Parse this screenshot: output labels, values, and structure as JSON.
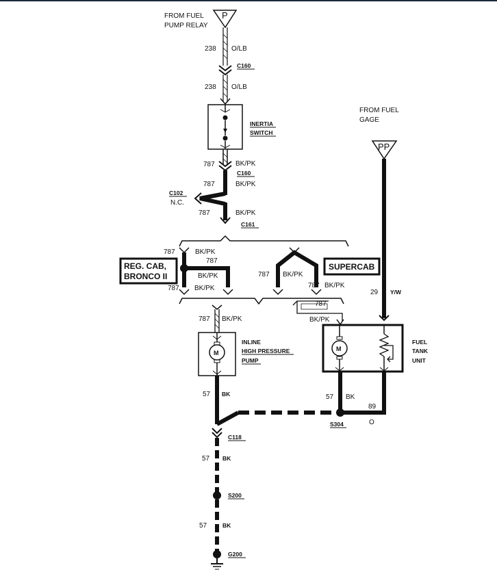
{
  "colors": {
    "background": "#ffffff",
    "line": "#111111",
    "top_border": "#1a2a3a"
  },
  "sources": {
    "fuel_pump_relay": {
      "text_1": "FROM FUEL",
      "text_2": "PUMP RELAY",
      "symbol": "P"
    },
    "fuel_gage": {
      "text_1": "FROM FUEL",
      "text_2": "GAGE",
      "symbol": "PP"
    }
  },
  "wires": {
    "w238_a": {
      "circuit": "238",
      "color": "O/LB"
    },
    "w238_b": {
      "circuit": "238",
      "color": "O/LB"
    },
    "w787_a": {
      "circuit": "787",
      "color": "BK/PK"
    },
    "w787_b": {
      "circuit": "787",
      "color": "BK/PK"
    },
    "w787_c": {
      "circuit": "787",
      "color": "BK/PK"
    },
    "regcab_top": {
      "circuit": "787",
      "color": "BK/PK"
    },
    "regcab_mid": {
      "circuit": "787",
      "color": "BK/PK"
    },
    "regcab_bot": {
      "circuit": "787",
      "color": "BK/PK"
    },
    "supercab_l": {
      "circuit": "787",
      "color": "BK/PK"
    },
    "supercab_r": {
      "circuit": "787",
      "color": "BK/PK"
    },
    "pump_in": {
      "circuit": "787",
      "color": "BK/PK"
    },
    "tank_in": {
      "circuit": "787",
      "color": "BK/PK"
    },
    "w29": {
      "circuit": "29",
      "color": "Y/W"
    },
    "w57_pump": {
      "circuit": "57",
      "color": "BK"
    },
    "w57_tank": {
      "circuit": "57",
      "color": "BK"
    },
    "w89": {
      "circuit": "89",
      "color": "O"
    },
    "w57_c": {
      "circuit": "57",
      "color": "BK"
    },
    "w57_d": {
      "circuit": "57",
      "color": "BK"
    }
  },
  "connectors": {
    "c160_a": "C160",
    "c160_b": "C160",
    "c102": "C102",
    "c102_note": "N.C.",
    "c161": "C161",
    "c118": "C118",
    "s304": "S304",
    "s200": "S200",
    "g200": "G200"
  },
  "components": {
    "inertia_switch": {
      "line_1": "INERTIA",
      "line_2": "SWITCH"
    },
    "pump": {
      "line_1": "INLINE",
      "line_2": "HIGH PRESSURE",
      "line_3": "PUMP",
      "motor": "M"
    },
    "tank_unit": {
      "line_1": "FUEL",
      "line_2": "TANK",
      "line_3": "UNIT",
      "motor": "M"
    }
  },
  "variants": {
    "regcab": {
      "line_1": "REG. CAB,",
      "line_2": "BRONCO II"
    },
    "supercab": {
      "line_1": "SUPERCAB"
    }
  }
}
